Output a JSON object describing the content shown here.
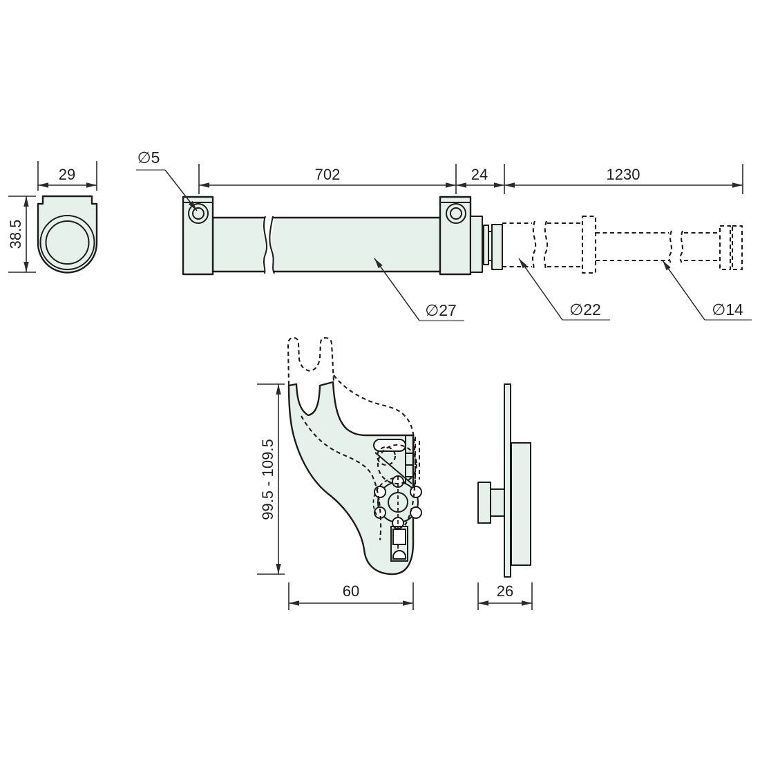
{
  "title": "telescopic pole and wall bracket technical drawing",
  "colors": {
    "background": "#ffffff",
    "part_fill": "#e7f1ec",
    "outline": "#1b1b1b",
    "dimension_lines": "#2a2a2a",
    "label_underline": "#8e8e8e"
  },
  "cross_section_view": {
    "width_dim": "29",
    "height_dim": "38.5"
  },
  "pole_view": {
    "pin_hole_dia": "∅5",
    "tube_length_dim": "702",
    "collar_dim": "24",
    "extension_dim": "1230",
    "outer_tube_dia": "∅27",
    "middle_tube_dia": "∅22",
    "inner_tube_dia": "∅14"
  },
  "bracket_view": {
    "height_range_dim": "99.5 - 109.5",
    "width_dim": "60"
  },
  "bracket_side_view": {
    "depth_dim": "26"
  }
}
